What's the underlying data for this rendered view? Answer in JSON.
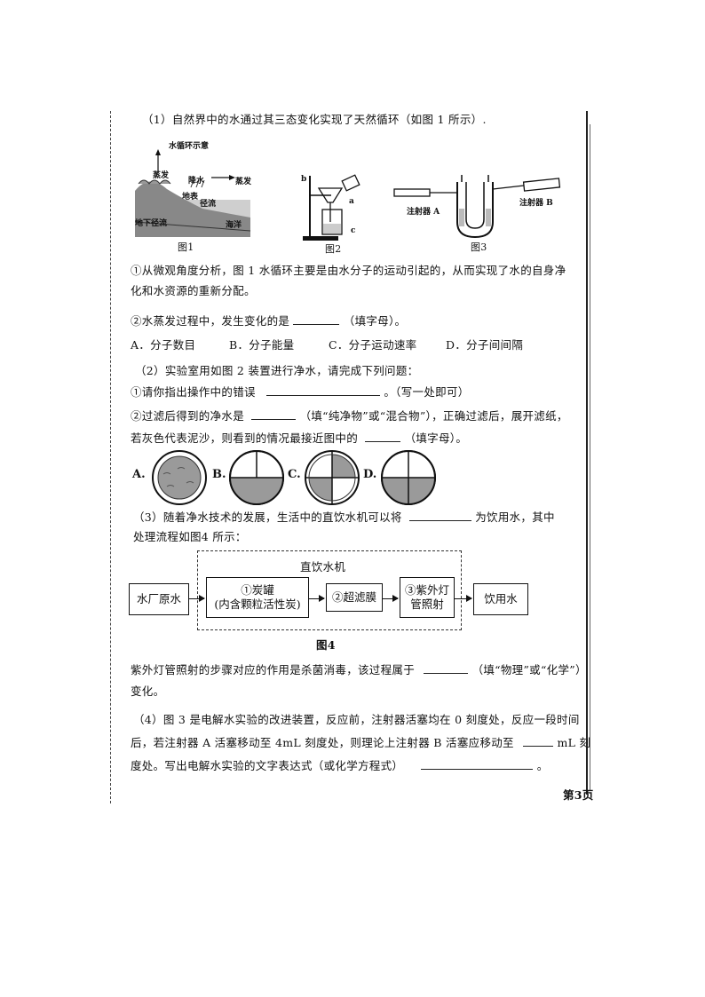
{
  "q1": {
    "intro": "（1）自然界中的水通过其三态变化实现了天然循环（如图 1 所示）.",
    "fig1": {
      "caption": "图1",
      "title": "水循环示意",
      "labels": [
        "蒸发",
        "降水",
        "蒸发",
        "地表",
        "径流",
        "地下径流",
        "海洋"
      ]
    },
    "fig2": {
      "caption": "图2",
      "labels": [
        "b",
        "a",
        "c"
      ]
    },
    "fig3": {
      "caption": "图3",
      "left": "注射器 A",
      "right": "注射器 B"
    },
    "sub1": "①从微观角度分析，图 1 水循环主要是由水分子的运动引起的，从而实现了水的自身净",
    "sub1b": "化和水资源的重新分配。",
    "sub2": "②水蒸发过程中，发生变化的是",
    "sub2_tail": "（填字母）。",
    "options": [
      "A．分子数目",
      "B．分子能量",
      "C．分子运动速率",
      "D．分子间间隔"
    ]
  },
  "q2": {
    "intro": "（2）实验室用如图 2 装置进行净水，请完成下列问题：",
    "sub1": "①请你指出操作中的错误",
    "sub1_tail": "。（写一处即可）",
    "sub2": "②过滤后得到的净水是",
    "sub2_mid": "（填“纯净物”或“混合物”），正确过滤后，展开滤纸，",
    "sub2b": "若灰色代表泥沙，则看到的情况最接近图中的",
    "sub2b_tail": "（填字母）。",
    "choices": [
      "A.",
      "B.",
      "C.",
      "D."
    ]
  },
  "q3": {
    "intro": "（3）随着净水技术的发展，生活中的直饮水机可以将",
    "intro_tail": "为饮用水，其中",
    "intro2": "处理流程如图4 所示：",
    "flow": {
      "title": "直饮水机",
      "start": "水厂原水",
      "step1a": "①炭罐",
      "step1b": "(内含颗粒活性炭)",
      "step2": "②超滤膜",
      "step3a": "③紫外灯",
      "step3b": "管照射",
      "end": "饮用水"
    },
    "caption": "图4",
    "note": "紫外灯管照射的步骤对应的作用是杀菌消毒，该过程属于",
    "note_tail": "（填“物理”或“化学”）",
    "note2": "变化。"
  },
  "q4": {
    "line1": "（4）图 3 是电解水实验的改进装置，反应前，注射器活塞均在 0 刻度处，反应一段时间",
    "line2": "后，若注射器 A 活塞移动至 4mL 刻度处，则理论上注射器 B 活塞应移动至",
    "line2_tail": "mL 刻",
    "line3": "度处。写出电解水实验的文字表达式（或化学方程式）",
    "line3_tail": "。"
  },
  "footer": {
    "page": "第3页"
  }
}
